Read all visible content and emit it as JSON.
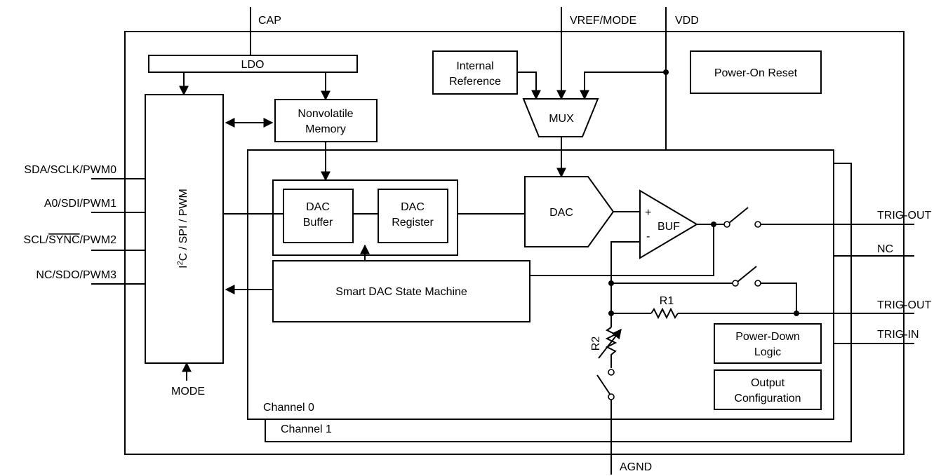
{
  "pins": {
    "cap": "CAP",
    "vref_mode": "VREF/MODE",
    "vdd": "VDD",
    "sda": "SDA/SCLK/PWM0",
    "a0": "A0/SDI/PWM1",
    "scl_pre": "SCL/",
    "scl_sync": "SYNC",
    "scl_post": "/PWM2",
    "nc_sdo": "NC/SDO/PWM3",
    "mode": "MODE",
    "agnd": "AGND",
    "trig_out_1": "TRIG-OUT",
    "nc": "NC",
    "trig_out_2": "TRIG-OUT",
    "trig_in": "TRIG-IN"
  },
  "blocks": {
    "ldo": "LDO",
    "internal_ref_1": "Internal",
    "internal_ref_2": "Reference",
    "por": "Power-On Reset",
    "nvm_1": "Nonvolatile",
    "nvm_2": "Memory",
    "mux": "MUX",
    "iface_i": "I",
    "iface_sup": "2",
    "iface_rest": "C / SPI / PWM",
    "dac_buffer_1": "DAC",
    "dac_buffer_2": "Buffer",
    "dac_register_1": "DAC",
    "dac_register_2": "Register",
    "dac": "DAC",
    "buf": "BUF",
    "buf_plus": "+",
    "buf_minus": "-",
    "state_machine": "Smart DAC State Machine",
    "r1": "R1",
    "r2": "R2",
    "power_down_1": "Power-Down",
    "power_down_2": "Logic",
    "output_config_1": "Output",
    "output_config_2": "Configuration",
    "channel0": "Channel 0",
    "channel1": "Channel 1"
  }
}
